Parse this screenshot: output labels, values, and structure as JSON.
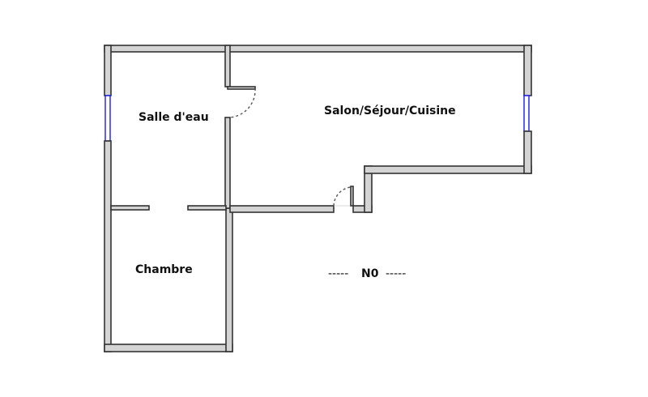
{
  "plan": {
    "level_label": "N0",
    "level_dashes": "-----",
    "rooms": [
      {
        "name": "Salle d'eau"
      },
      {
        "name": "Salon/Séjour/Cuisine"
      },
      {
        "name": "Chambre"
      }
    ],
    "colors": {
      "wall_fill": "#d4d4d4",
      "wall_stroke": "#333333",
      "window": "#1a1aff",
      "background": "#ffffff"
    }
  }
}
